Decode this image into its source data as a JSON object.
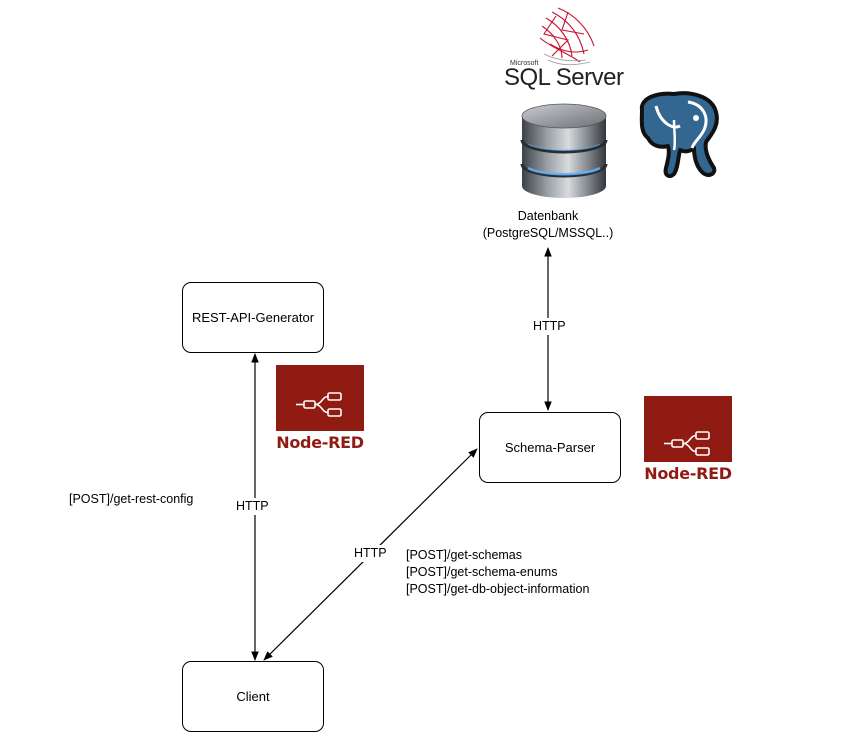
{
  "nodes": {
    "rest_api_generator": "REST-API-Generator",
    "schema_parser": "Schema-Parser",
    "client": "Client"
  },
  "database": {
    "line1": "Datenbank",
    "line2": "(PostgreSQL/MSSQL..)"
  },
  "edges": {
    "db_http": "HTTP",
    "rest_http": "HTTP",
    "schema_http": "HTTP"
  },
  "annotations": {
    "rest_endpoint": "[POST]/get-rest-config",
    "schema_endpoints": [
      "[POST]/get-schemas",
      "[POST]/get-schema-enums",
      "[POST]/get-db-object-information"
    ]
  },
  "logos": {
    "nodered_1": "Node-RED",
    "nodered_2": "Node-RED",
    "sql_server_small": "Microsoft",
    "sql_server": "SQL Server"
  },
  "colors": {
    "nodered": "#8f1b13",
    "postgres_blue": "#336791",
    "sql_red": "#c8102e"
  },
  "icons": [
    "sql-server-logo-icon",
    "database-cylinder-icon",
    "postgresql-elephant-icon",
    "node-red-logo-icon"
  ]
}
